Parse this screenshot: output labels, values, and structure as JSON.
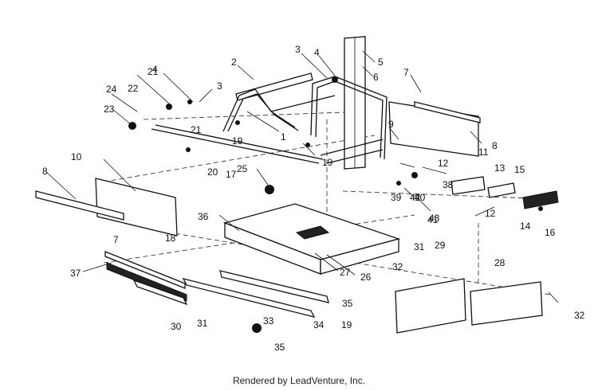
{
  "footer": "Rendered by LeadVenture, Inc.",
  "callouts": [
    "1",
    "2",
    "3",
    "3",
    "4",
    "4",
    "5",
    "6",
    "7",
    "7",
    "8",
    "8",
    "9",
    "10",
    "11",
    "12",
    "12",
    "13",
    "14",
    "15",
    "16",
    "17",
    "18",
    "19",
    "19",
    "19",
    "20",
    "21",
    "21",
    "22",
    "23",
    "24",
    "25",
    "26",
    "27",
    "28",
    "29",
    "30",
    "31",
    "31",
    "32",
    "32",
    "33",
    "34",
    "35",
    "35",
    "36",
    "37",
    "38",
    "39",
    "40",
    "41",
    "42",
    "43"
  ]
}
